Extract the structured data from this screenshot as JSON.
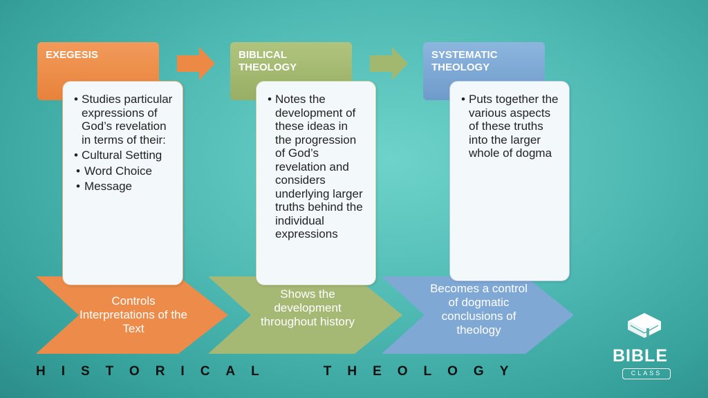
{
  "columns": [
    {
      "title": "EXEGESIS",
      "points": [
        "Studies particular expressions of God’s revelation in terms of their:",
        "Cultural Setting",
        "Word Choice",
        "Message"
      ],
      "outcome": "Controls Interpretations of the Text",
      "color": "#eb8a48"
    },
    {
      "title": "BIBLICAL THEOLOGY",
      "points": [
        "Notes the development of these ideas in the progression of God’s revelation and considers underlying larger truths behind the individual expressions"
      ],
      "outcome": "Shows the development throughout history",
      "color": "#a4b872"
    },
    {
      "title": "SYSTEMATIC THEOLOGY",
      "points": [
        "Puts together the various aspects of these truths into the larger whole of dogma"
      ],
      "outcome": "Becomes a control of dogmatic conclusions of theology",
      "color": "#7ea7d4"
    }
  ],
  "footer": {
    "historical": "HISTORICAL",
    "theology": "THEOLOGY"
  },
  "logo": {
    "word": "BIBLE",
    "tag": "CLASS",
    "icon": "book-icon"
  }
}
